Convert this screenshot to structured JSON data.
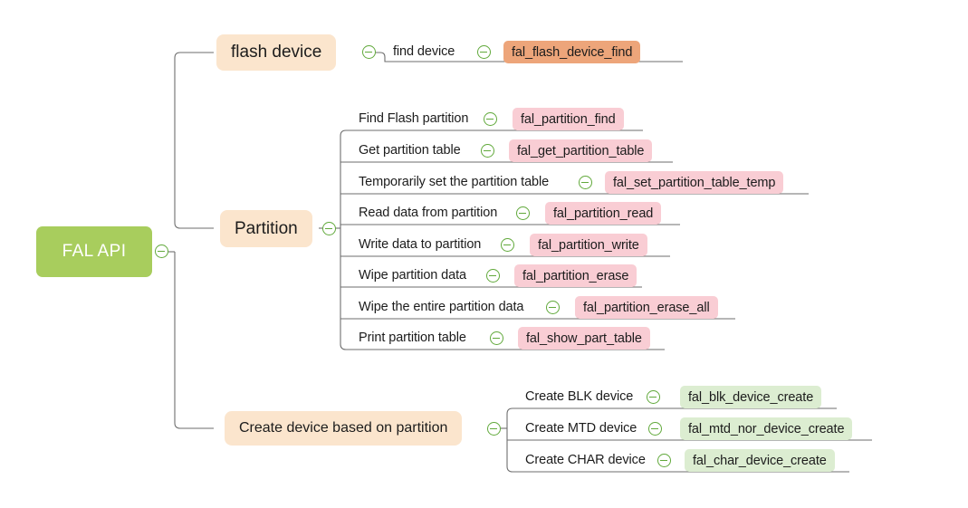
{
  "title": "FAL API",
  "colors": {
    "root_bg": "#a8cd5d",
    "branch_bg": "#fbe5cd",
    "badge_orange": "#eda57a",
    "badge_pink": "#f9cdd4",
    "badge_green": "#dcedd1",
    "connector": "#6e6e6e",
    "toggle": "#61a93b"
  },
  "root": {
    "label": "FAL API",
    "toggle_icon": "collapse-minus-icon"
  },
  "branches": [
    {
      "label": "flash device",
      "toggle_icon": "collapse-minus-icon",
      "children": [
        {
          "label": "find device",
          "api": "fal_flash_device_find",
          "badge_color": "orange",
          "toggle_icon": "collapse-minus-icon"
        }
      ]
    },
    {
      "label": "Partition",
      "toggle_icon": "collapse-minus-icon",
      "children": [
        {
          "label": "Find Flash partition",
          "api": "fal_partition_find",
          "badge_color": "pink",
          "toggle_icon": "collapse-minus-icon"
        },
        {
          "label": "Get partition table",
          "api": "fal_get_partition_table",
          "badge_color": "pink",
          "toggle_icon": "collapse-minus-icon"
        },
        {
          "label": "Temporarily set the partition table",
          "api": "fal_set_partition_table_temp",
          "badge_color": "pink",
          "toggle_icon": "collapse-minus-icon"
        },
        {
          "label": "Read data from partition",
          "api": "fal_partition_read",
          "badge_color": "pink",
          "toggle_icon": "collapse-minus-icon"
        },
        {
          "label": "Write data to partition",
          "api": "fal_partition_write",
          "badge_color": "pink",
          "toggle_icon": "collapse-minus-icon"
        },
        {
          "label": "Wipe partition data",
          "api": "fal_partition_erase",
          "badge_color": "pink",
          "toggle_icon": "collapse-minus-icon"
        },
        {
          "label": "Wipe the entire partition data",
          "api": "fal_partition_erase_all",
          "badge_color": "pink",
          "toggle_icon": "collapse-minus-icon"
        },
        {
          "label": "Print partition table",
          "api": "fal_show_part_table",
          "badge_color": "pink",
          "toggle_icon": "collapse-minus-icon"
        }
      ]
    },
    {
      "label": "Create device based on partition",
      "toggle_icon": "collapse-minus-icon",
      "children": [
        {
          "label": "Create BLK device",
          "api": "fal_blk_device_create",
          "badge_color": "green",
          "toggle_icon": "collapse-minus-icon"
        },
        {
          "label": "Create MTD device",
          "api": "fal_mtd_nor_device_create",
          "badge_color": "green",
          "toggle_icon": "collapse-minus-icon"
        },
        {
          "label": "Create CHAR device",
          "api": "fal_char_device_create",
          "badge_color": "green",
          "toggle_icon": "collapse-minus-icon"
        }
      ]
    }
  ]
}
